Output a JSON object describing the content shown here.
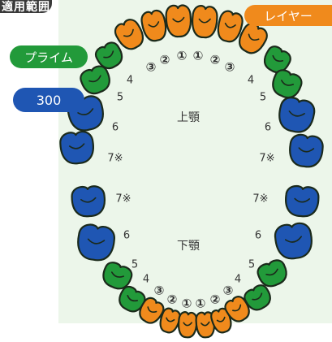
{
  "badges": {
    "scope": "適用範囲",
    "veneer": "レイヤー",
    "prime": "プライム",
    "series_300": "300"
  },
  "jaw_labels": {
    "upper": "上顎",
    "lower": "下顎"
  },
  "tooth_numbers": {
    "upper_left": [
      "③",
      "②",
      "①",
      "4",
      "5",
      "6",
      "7※"
    ],
    "upper_right": [
      "①",
      "②",
      "③",
      "4",
      "5",
      "6",
      "7※"
    ],
    "lower_left": [
      "7※",
      "6",
      "5",
      "4",
      "③",
      "②",
      "①"
    ],
    "lower_right": [
      "7※",
      "6",
      "5",
      "4",
      "③",
      "②",
      "①"
    ]
  },
  "colors": {
    "background_panel": "#ecf6ea",
    "veneer": "#f08a1c",
    "prime": "#229a3a",
    "series_300": "#1f56b3",
    "outline": "#1b2a1b"
  }
}
